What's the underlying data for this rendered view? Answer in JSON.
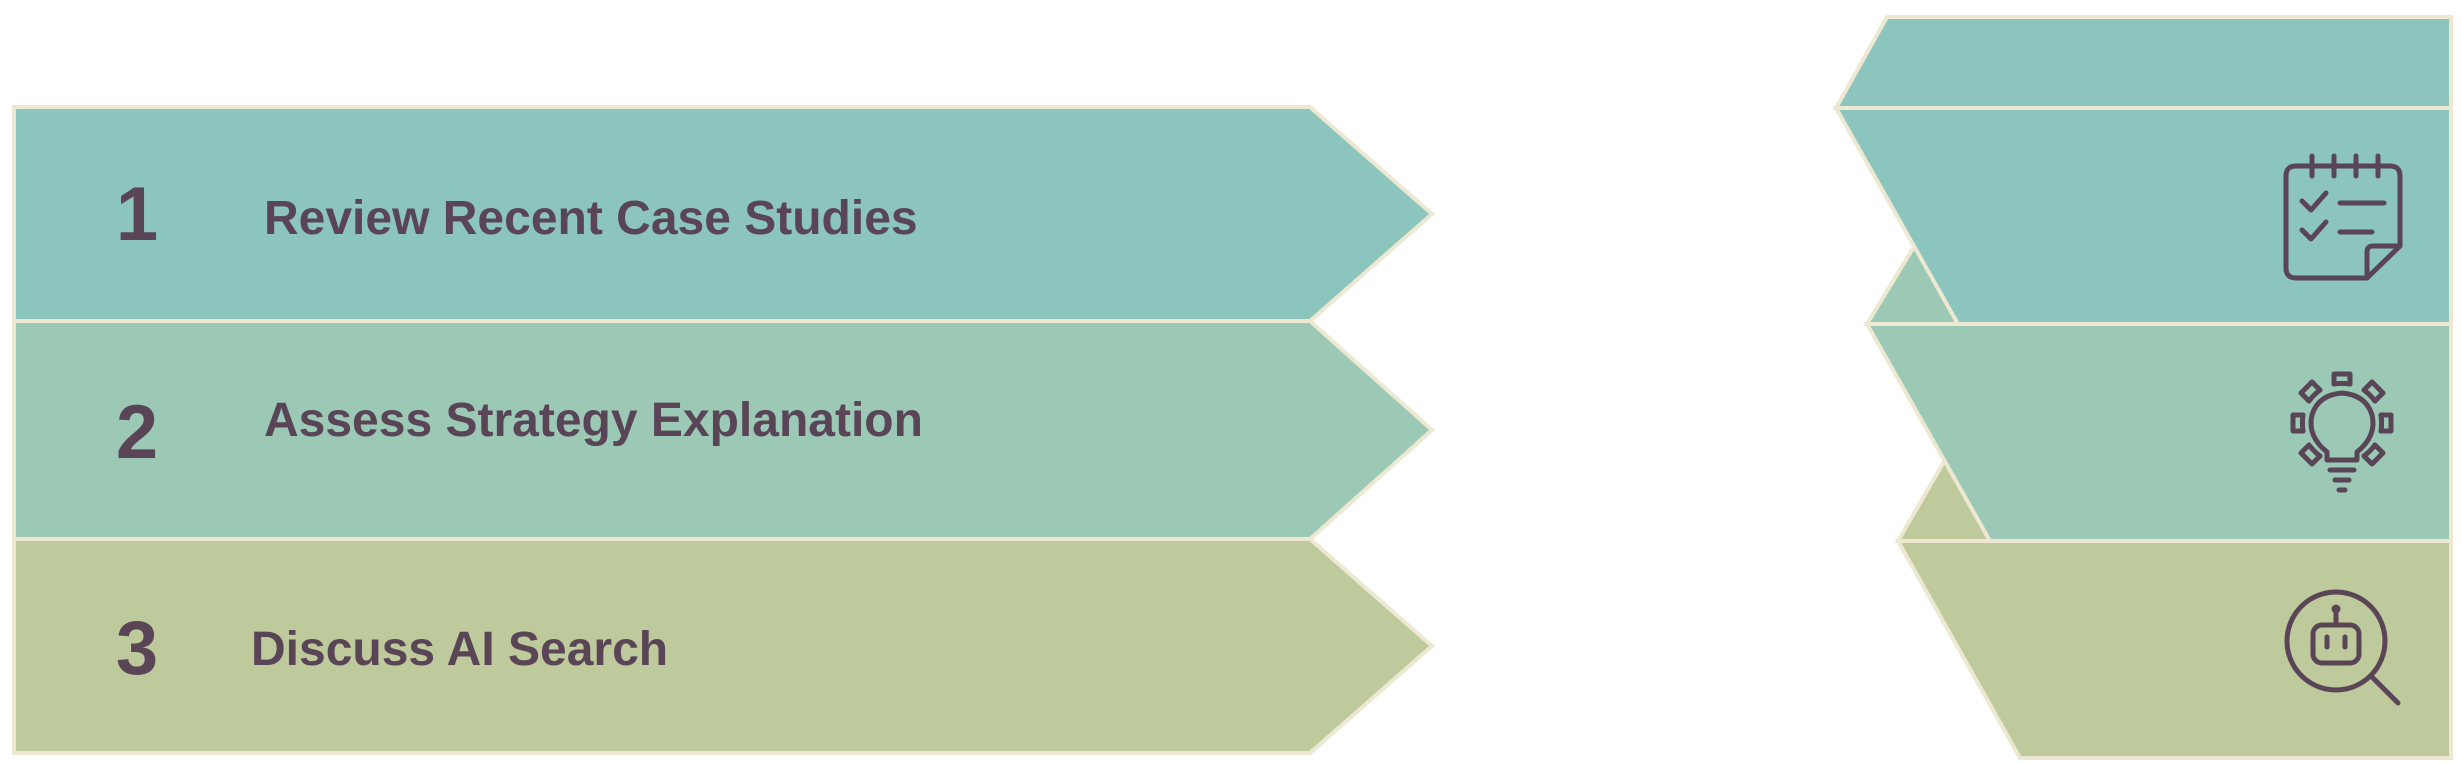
{
  "colors": {
    "teal": "#8cc5bd",
    "sage": "#9bc9b5",
    "olive": "#bec99c",
    "outline": "#ece8d2",
    "text": "#594556"
  },
  "steps": [
    {
      "number": "1",
      "label": "Review Recent Case Studies",
      "icon": "calendar-checklist-icon",
      "color": "#8cc5bd"
    },
    {
      "number": "2",
      "label": "Assess Strategy Explanation",
      "icon": "gear-lightbulb-icon",
      "color": "#9bc9b5"
    },
    {
      "number": "3",
      "label": "Discuss AI Search",
      "icon": "ai-search-icon",
      "color": "#bec99c"
    }
  ]
}
